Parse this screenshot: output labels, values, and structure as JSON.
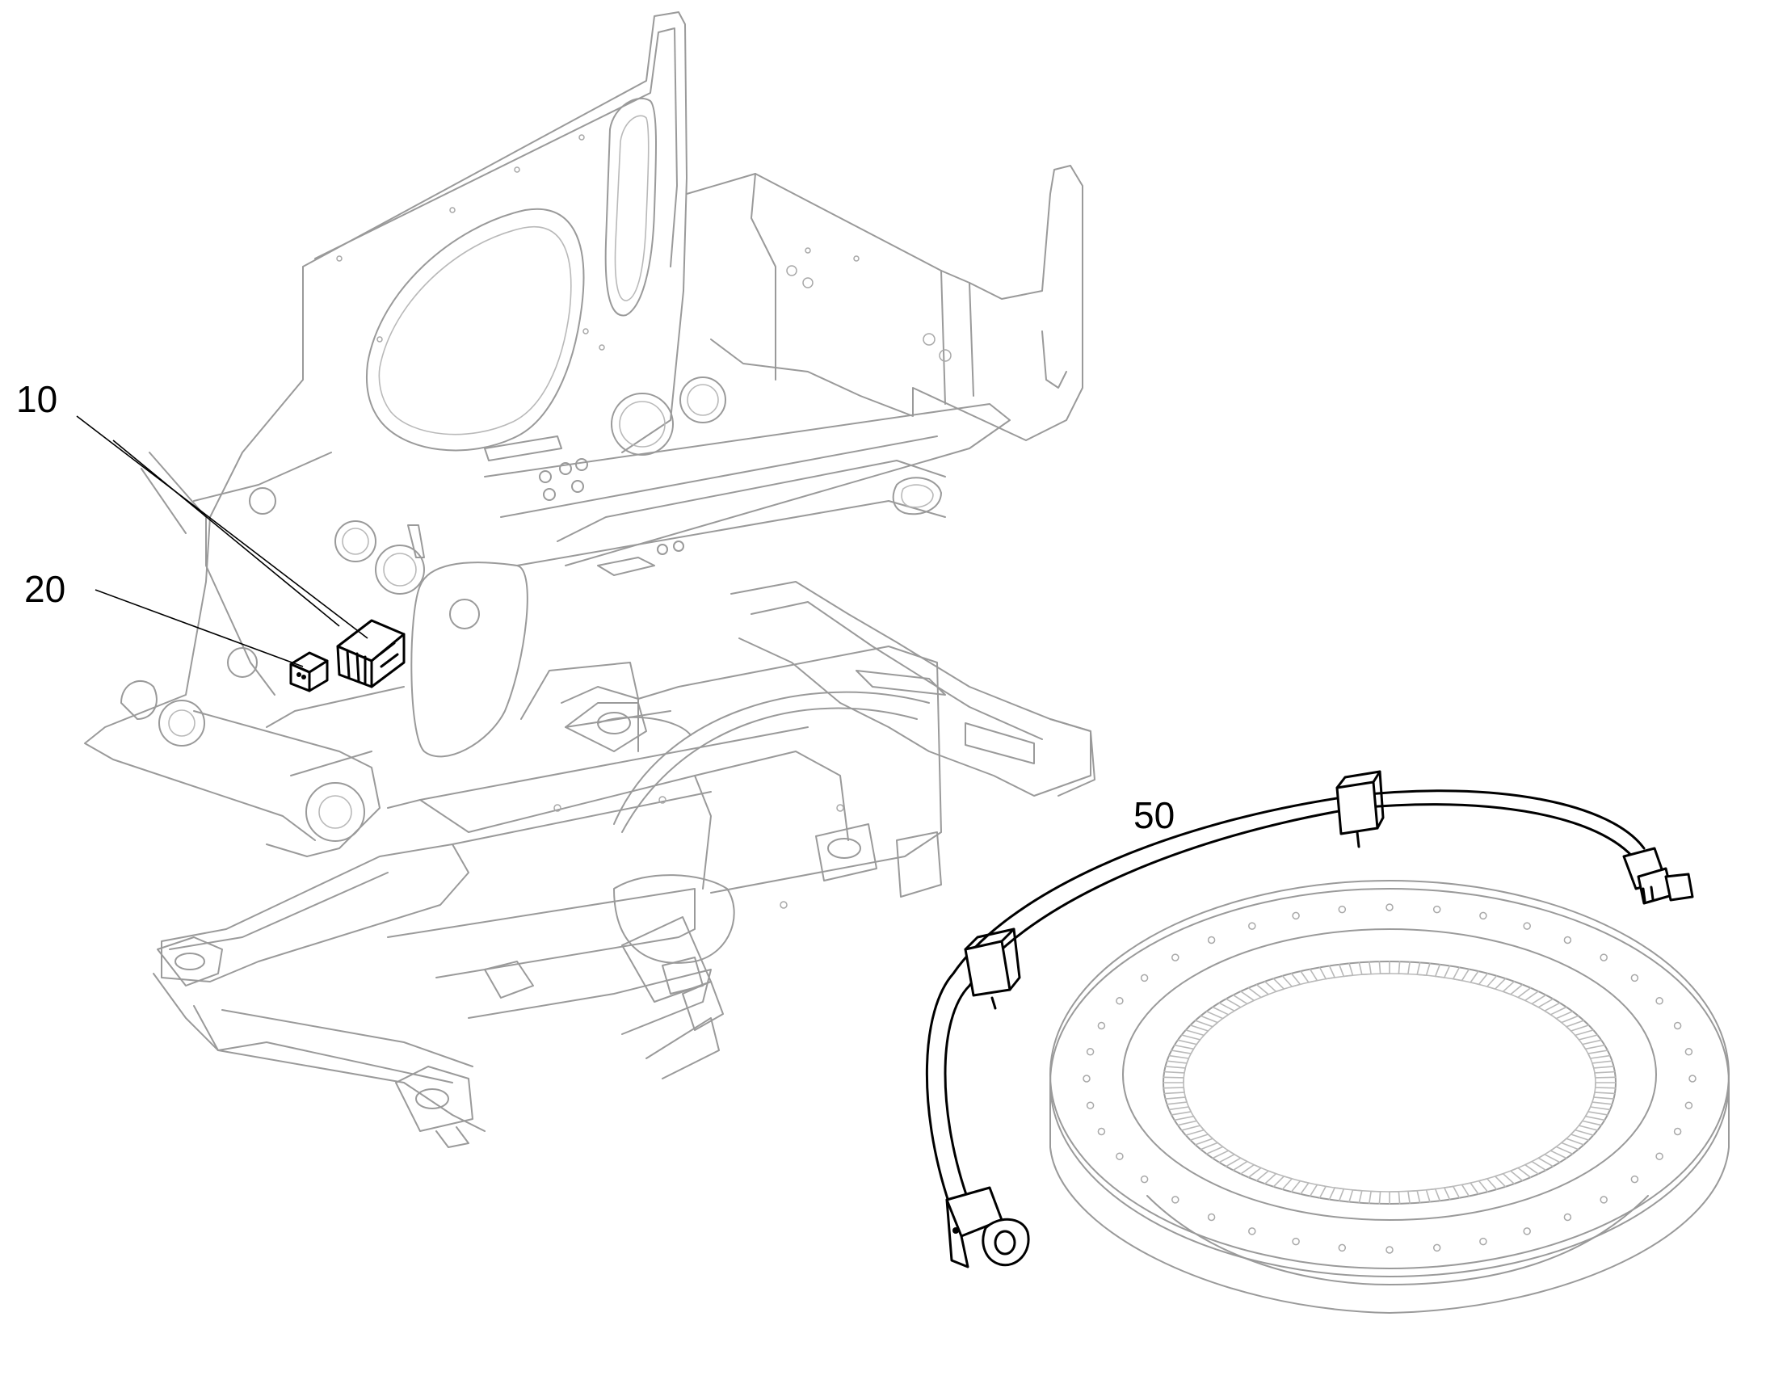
{
  "callouts": [
    {
      "id": "10",
      "label": "10"
    },
    {
      "id": "20",
      "label": "20"
    },
    {
      "id": "50",
      "label": "50"
    }
  ],
  "colors": {
    "line_art": "#9a9a9a",
    "highlighted_parts": "#000000",
    "background": "#ffffff"
  }
}
